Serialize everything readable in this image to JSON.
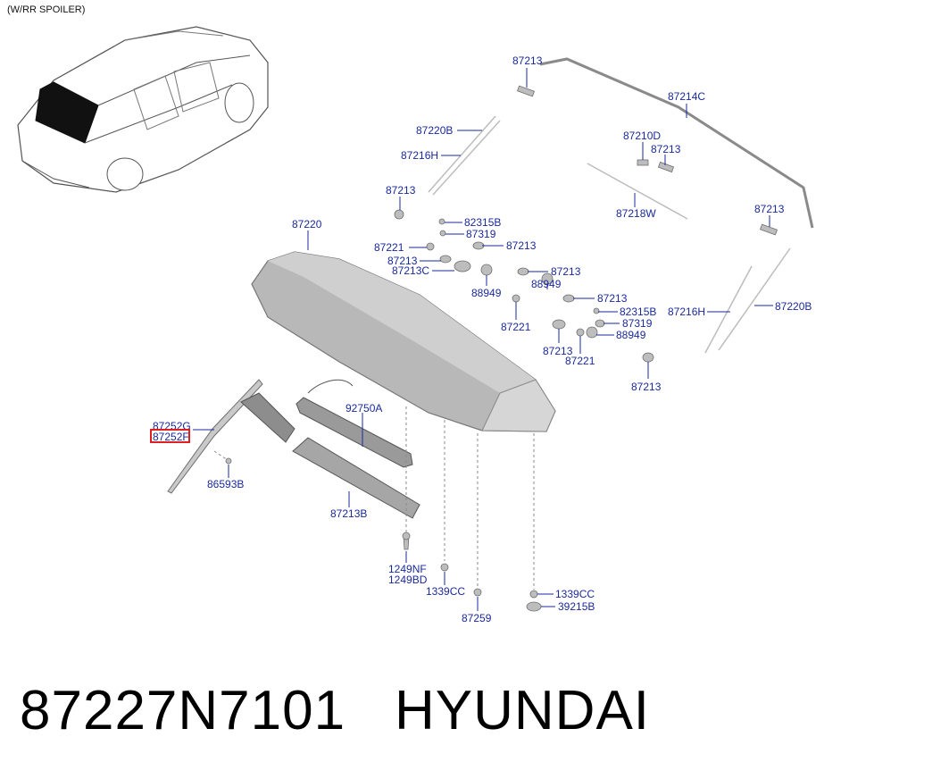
{
  "header": {
    "note": "(W/RR SPOILER)"
  },
  "footer": {
    "part_number": "87227N7101",
    "brand": "HYUNDAI"
  },
  "diagram": {
    "callouts": [
      "87213",
      "87214C",
      "87220B",
      "87216H",
      "87210D",
      "87213",
      "87213",
      "87218W",
      "87213",
      "87220",
      "82315B",
      "87319",
      "87221",
      "87213",
      "87213",
      "87213C",
      "88949",
      "87213",
      "88949",
      "87213",
      "87216H",
      "87220B",
      "82315B",
      "87221",
      "87319",
      "87213",
      "88949",
      "87221",
      "87213",
      "87252G",
      "87252F",
      "92750A",
      "86593B",
      "87213B",
      "1249NF",
      "1249BD",
      "1339CC",
      "87259",
      "1339CC",
      "39215B"
    ],
    "highlighted_callout": "87252F"
  }
}
